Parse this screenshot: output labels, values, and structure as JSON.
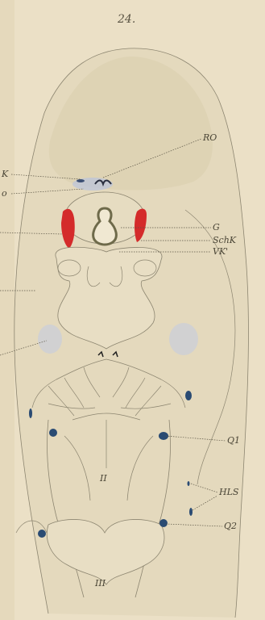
{
  "plate_number": "24.",
  "labels": {
    "ro": "RO",
    "g": "G",
    "schk": "SchK",
    "vk": "VK'",
    "q1": "Q1",
    "hls": "HLS",
    "q2": "Q2",
    "left_k": "K",
    "left_o": "o"
  },
  "region_numerals": {
    "ii": "II",
    "iii": "III"
  },
  "colors": {
    "paper": "#ebe0c6",
    "tissue": "#e6dcc1",
    "outline": "#8c8570",
    "red_mark": "#d42b2b",
    "blue_mark": "#2a4b73",
    "blue_tint": "#b9c3dd"
  }
}
